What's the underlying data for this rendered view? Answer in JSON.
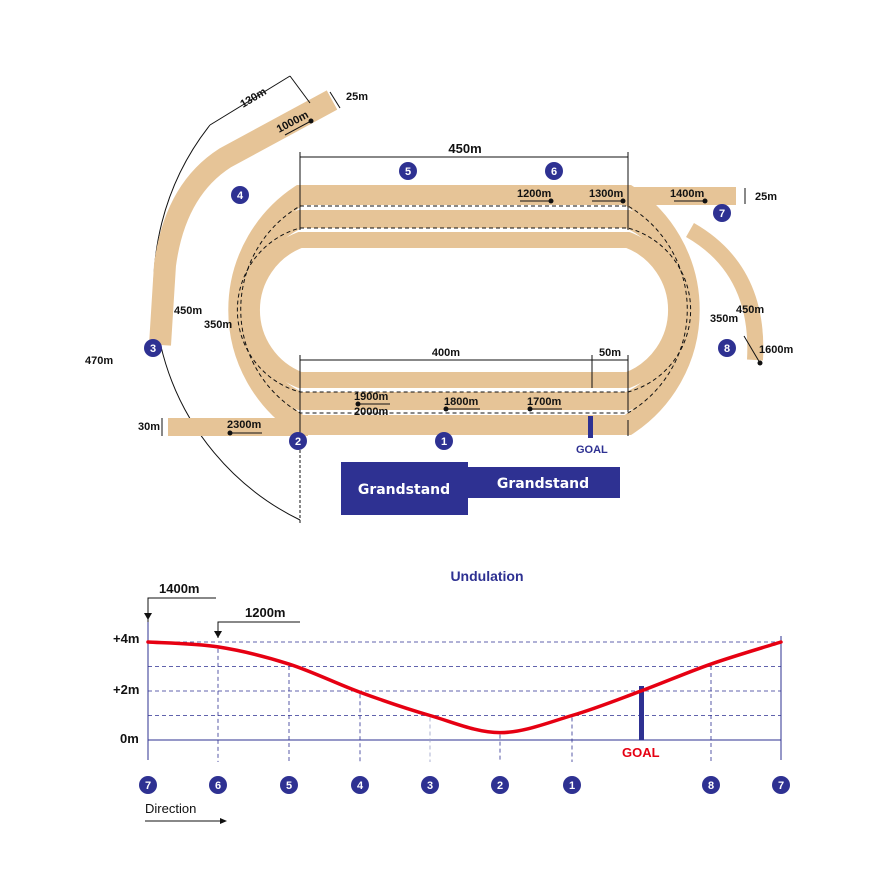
{
  "course_map": {
    "sections": [
      "1",
      "2",
      "3",
      "4",
      "5",
      "6",
      "7",
      "8"
    ],
    "dimensions": {
      "top_straight": "450m",
      "home_straight": "400m",
      "goal_offset": "50m",
      "chute_width_right": "25m",
      "chute_width_top": "25m",
      "chute_length_top": "130m",
      "left_arc": "470m",
      "chute_width_left": "30m",
      "turn_outer_left": "450m",
      "turn_inner_left": "350m",
      "turn_outer_right": "450m",
      "turn_inner_right": "350m"
    },
    "start_points": {
      "s1000": "1000m",
      "s1200": "1200m",
      "s1300": "1300m",
      "s1400": "1400m",
      "s1600": "1600m",
      "s1700": "1700m",
      "s1800": "1800m",
      "s1900": "1900m",
      "s2000": "2000m",
      "s2300": "2300m"
    },
    "goal_label": "GOAL",
    "grandstand_labels": [
      "Grandstand",
      "Grandstand"
    ]
  },
  "undulation": {
    "title": "Undulation",
    "y_labels": [
      "+4m",
      "+2m",
      "0m"
    ],
    "start_labels": [
      "1400m",
      "1200m"
    ],
    "goal_label": "GOAL",
    "direction_label": "Direction",
    "x_sections": [
      "7",
      "6",
      "5",
      "4",
      "3",
      "2",
      "1",
      "8",
      "7"
    ],
    "colors": {
      "profile": "#e60012",
      "navy": "#2e3192",
      "track": "#e6c497"
    }
  },
  "chart_data": {
    "type": "line",
    "title": "Undulation",
    "ylabel": "",
    "xlabel": "",
    "y_ticks": [
      "0m",
      "+2m",
      "+4m"
    ],
    "ylim": [
      0,
      4
    ],
    "categories": [
      "7",
      "6",
      "5",
      "4",
      "3",
      "2",
      "1",
      "GOAL",
      "8",
      "7"
    ],
    "series": [
      {
        "values": [
          4.0,
          3.8,
          3.1,
          1.95,
          1.0,
          0.3,
          1.0,
          2.0,
          3.1,
          4.0
        ]
      }
    ]
  }
}
